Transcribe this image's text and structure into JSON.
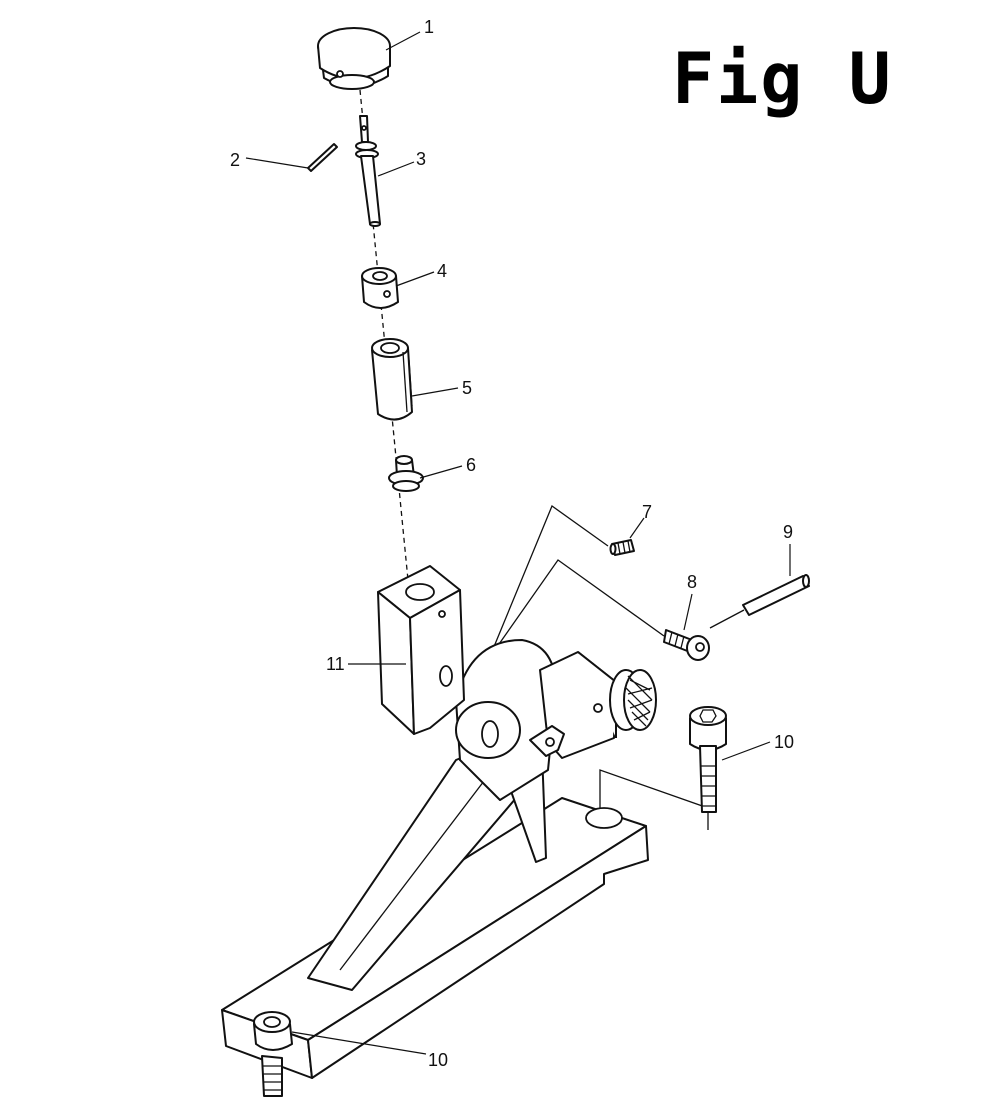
{
  "figure": {
    "title": "Fig U"
  },
  "callouts": [
    {
      "id": "1",
      "label": "1"
    },
    {
      "id": "2",
      "label": "2"
    },
    {
      "id": "3",
      "label": "3"
    },
    {
      "id": "4",
      "label": "4"
    },
    {
      "id": "5",
      "label": "5"
    },
    {
      "id": "6",
      "label": "6"
    },
    {
      "id": "7",
      "label": "7"
    },
    {
      "id": "8",
      "label": "8"
    },
    {
      "id": "9",
      "label": "9"
    },
    {
      "id": "10a",
      "label": "10"
    },
    {
      "id": "10b",
      "label": "10"
    },
    {
      "id": "11",
      "label": "11"
    }
  ]
}
